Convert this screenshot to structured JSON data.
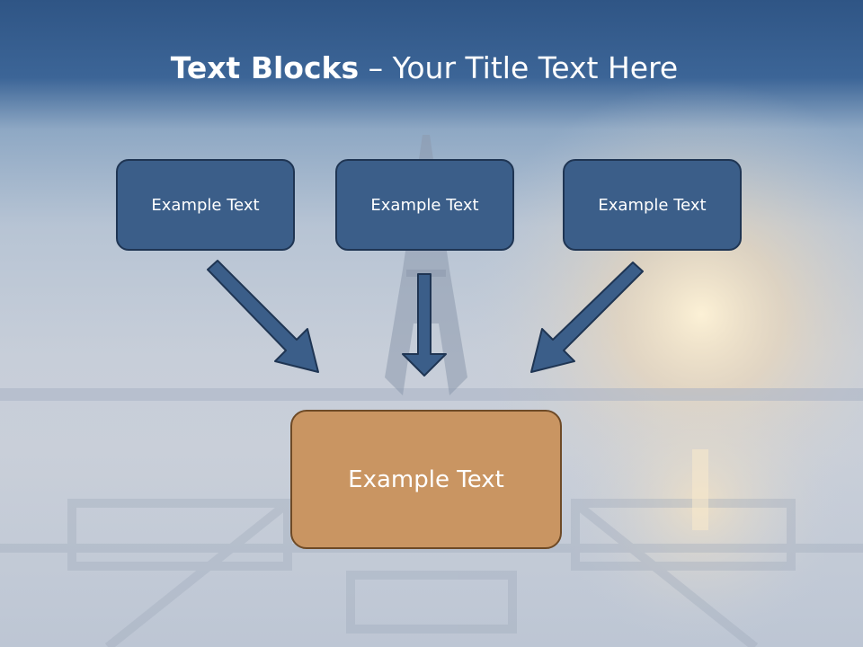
{
  "slide": {
    "title_bold": "Text Blocks",
    "title_rest": " – Your Title Text Here",
    "blocks": {
      "left": "Example Text",
      "center": "Example Text",
      "right": "Example Text",
      "bottom": "Example Text"
    }
  },
  "colors": {
    "box_fill": "#3b5e89",
    "box_border": "#1f3553",
    "bottom_fill": "#c99562",
    "bottom_border": "#6e4a26",
    "header_blue": "#3c6597"
  },
  "icons": [
    "arrow-down-right-icon",
    "arrow-down-icon",
    "arrow-down-left-icon"
  ]
}
